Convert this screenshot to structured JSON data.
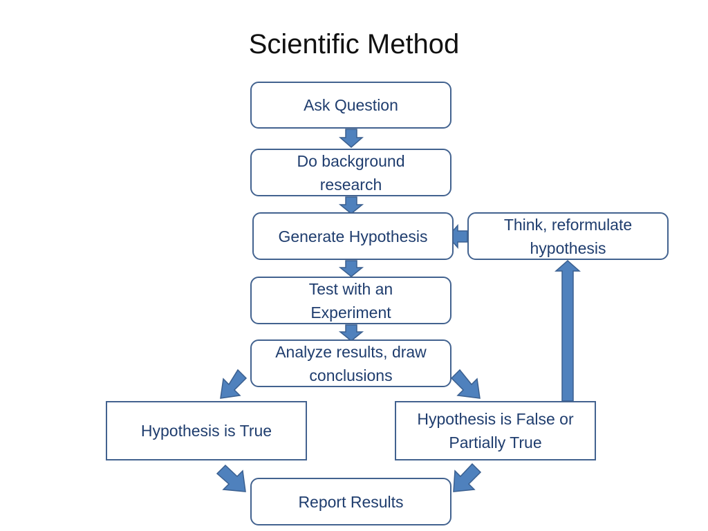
{
  "title": "Scientific Method",
  "nodes": {
    "ask_question": "Ask Question",
    "background_research": "Do background research",
    "generate_hypothesis": "Generate Hypothesis",
    "think_reformulate": "Think, reformulate hypothesis",
    "test_experiment": "Test with an Experiment",
    "analyze_results": "Analyze results, draw conclusions",
    "hypothesis_true": "Hypothesis is True",
    "hypothesis_false": "Hypothesis is False or Partially True",
    "report_results": "Report Results"
  },
  "colors": {
    "arrow_fill": "#4f81bd",
    "arrow_stroke": "#3a5f8f",
    "box_border": "#42628f",
    "box_text": "#1f3d6e"
  }
}
